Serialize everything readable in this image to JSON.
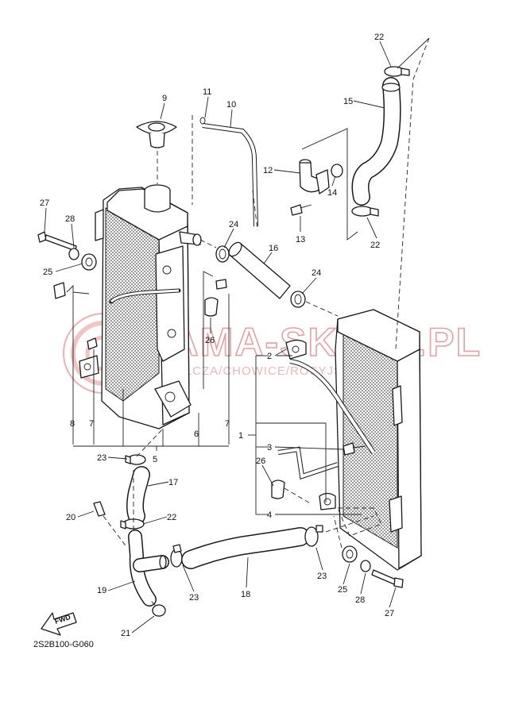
{
  "diagram_code": "2S2B100-G060",
  "watermark": {
    "main": "PAMA-SKLEP.PL",
    "sub": "WÓLCZA/CHOWICE/ROSYJSKIE/HONDA"
  },
  "fwd_label": "FWD",
  "callouts": {
    "c22a": "22",
    "c15": "15",
    "c11": "11",
    "c10": "10",
    "c9": "9",
    "c12": "12",
    "c14": "14",
    "c13": "13",
    "c22b": "22",
    "c27a": "27",
    "c28a": "28",
    "c25a": "25",
    "c24a": "24",
    "c16": "16",
    "c24b": "24",
    "c26a": "26",
    "c2": "2",
    "c8": "8",
    "c7a": "7",
    "c7b": "7",
    "c6": "6",
    "c1": "1",
    "c3": "3",
    "c26b": "26",
    "c4": "4",
    "c5": "5",
    "c23a": "23",
    "c17": "17",
    "c20": "20",
    "c22c": "22",
    "c19": "19",
    "c23b": "23",
    "c18": "18",
    "c23c": "23",
    "c25b": "25",
    "c28b": "28",
    "c27b": "27",
    "c21": "21"
  }
}
